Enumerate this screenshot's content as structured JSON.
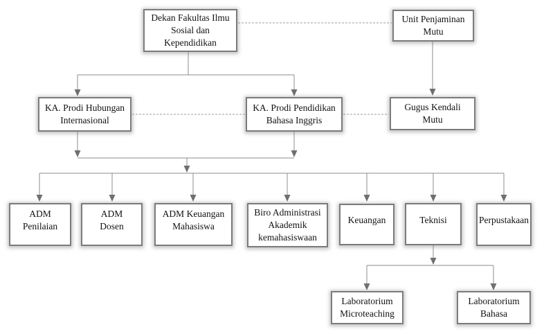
{
  "diagram": {
    "type": "org-chart",
    "background": "#ffffff",
    "colors": {
      "box_fill": "#ffffff",
      "box_border": "#7b7b7b",
      "solid_line": "#8c8c8c",
      "dashed_line": "#9b9b9b",
      "arrowhead": "#6f6f6f",
      "text": "#111111"
    },
    "nodes": {
      "dekan": {
        "label": "Dekan Fakultas Ilmu\nSosial dan\nKependidikan"
      },
      "unit_penjaminan": {
        "label": "Unit Penjaminan\nMutu"
      },
      "ka_hubungan": {
        "label": "KA. Prodi Hubungan\nInternasional"
      },
      "ka_pendidikan": {
        "label": "KA. Prodi Pendidikan\nBahasa Inggris"
      },
      "gugus": {
        "label": "Gugus Kendali\nMutu"
      },
      "adm_penilaian": {
        "label": "ADM\nPenilaian"
      },
      "adm_dosen": {
        "label": "ADM\nDosen"
      },
      "adm_keuangan": {
        "label": "ADM Keuangan\nMahasiswa"
      },
      "biro": {
        "label": "Biro Administrasi\nAkademik\nkemahasiswaan"
      },
      "keuangan": {
        "label": "Keuangan"
      },
      "teknisi": {
        "label": "Teknisi"
      },
      "perpustakaan": {
        "label": "Perpustakaan"
      },
      "lab_micro": {
        "label": "Laboratorium\nMicroteaching"
      },
      "lab_bahasa": {
        "label": "Laboratorium\nBahasa"
      }
    },
    "edges": {
      "solid_arrows": [
        {
          "from": "dekan",
          "to": "ka_hubungan"
        },
        {
          "from": "dekan",
          "to": "ka_pendidikan"
        },
        {
          "from": "unit_penjaminan",
          "to": "gugus"
        },
        {
          "from": "ka_hubungan",
          "to": "row3_bus"
        },
        {
          "from": "ka_pendidikan",
          "to": "row3_bus"
        },
        {
          "from": "row3_bus",
          "to": "adm_penilaian"
        },
        {
          "from": "row3_bus",
          "to": "adm_dosen"
        },
        {
          "from": "row3_bus",
          "to": "adm_keuangan"
        },
        {
          "from": "row3_bus",
          "to": "biro"
        },
        {
          "from": "row3_bus",
          "to": "keuangan"
        },
        {
          "from": "row3_bus",
          "to": "teknisi"
        },
        {
          "from": "row3_bus",
          "to": "perpustakaan"
        },
        {
          "from": "teknisi",
          "to": "lab_micro"
        },
        {
          "from": "teknisi",
          "to": "lab_bahasa"
        }
      ],
      "dashed_links": [
        {
          "between": [
            "dekan",
            "unit_penjaminan"
          ]
        },
        {
          "between": [
            "ka_hubungan",
            "ka_pendidikan"
          ]
        },
        {
          "between": [
            "ka_pendidikan",
            "gugus"
          ]
        }
      ]
    }
  }
}
